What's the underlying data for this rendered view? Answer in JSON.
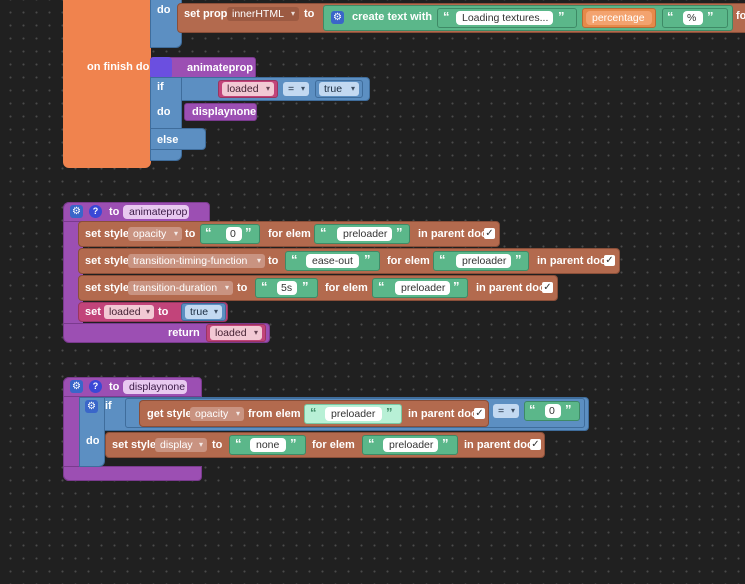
{
  "block1": {
    "do_label": "do",
    "set_prop_label": "set prop",
    "prop_value": "innerHTML",
    "to_label": "to",
    "create_text_label": "create text with",
    "loading_text": "Loading textures...",
    "percentage_var": "percentage",
    "percent_text": "%",
    "cut_label": "fo",
    "on_finish_label": "on finish do",
    "animateprop_call": "animateprop",
    "if_label": "if",
    "loaded_var": "loaded",
    "eq_op": "=",
    "true_value": "true",
    "do2_label": "do",
    "displaynone_call": "displaynone",
    "else_label": "else"
  },
  "func_animateprop": {
    "to_label": "to",
    "name": "animateprop",
    "rows": [
      {
        "set": "set style",
        "prop": "opacity",
        "to": "to",
        "value": "0",
        "for": "for elem",
        "elem": "preloader",
        "parent": "in parent doc"
      },
      {
        "set": "set style",
        "prop": "transition-timing-function",
        "to": "to",
        "value": "ease-out",
        "for": "for elem",
        "elem": "preloader",
        "parent": "in parent doc"
      },
      {
        "set": "set style",
        "prop": "transition-duration",
        "to": "to",
        "value": "5s",
        "for": "for elem",
        "elem": "preloader",
        "parent": "in parent doc"
      }
    ],
    "set_label": "set",
    "set_var": "loaded",
    "set_to": "to",
    "set_value": "true",
    "return_label": "return",
    "return_var": "loaded"
  },
  "func_displaynone": {
    "to_label": "to",
    "name": "displaynone",
    "if_label": "if",
    "get_style": "get style",
    "get_prop": "opacity",
    "from_elem": "from elem",
    "get_elem": "preloader",
    "get_parent": "in parent doc",
    "eq_op": "=",
    "cmp_value": "0",
    "do_label": "do",
    "set_style": "set style",
    "set_prop": "display",
    "set_to": "to",
    "set_value": "none",
    "for_elem": "for elem",
    "set_elem": "preloader",
    "set_parent": "in parent doc"
  },
  "icons": {
    "gear": "⚙",
    "help": "?",
    "check": "✓"
  }
}
